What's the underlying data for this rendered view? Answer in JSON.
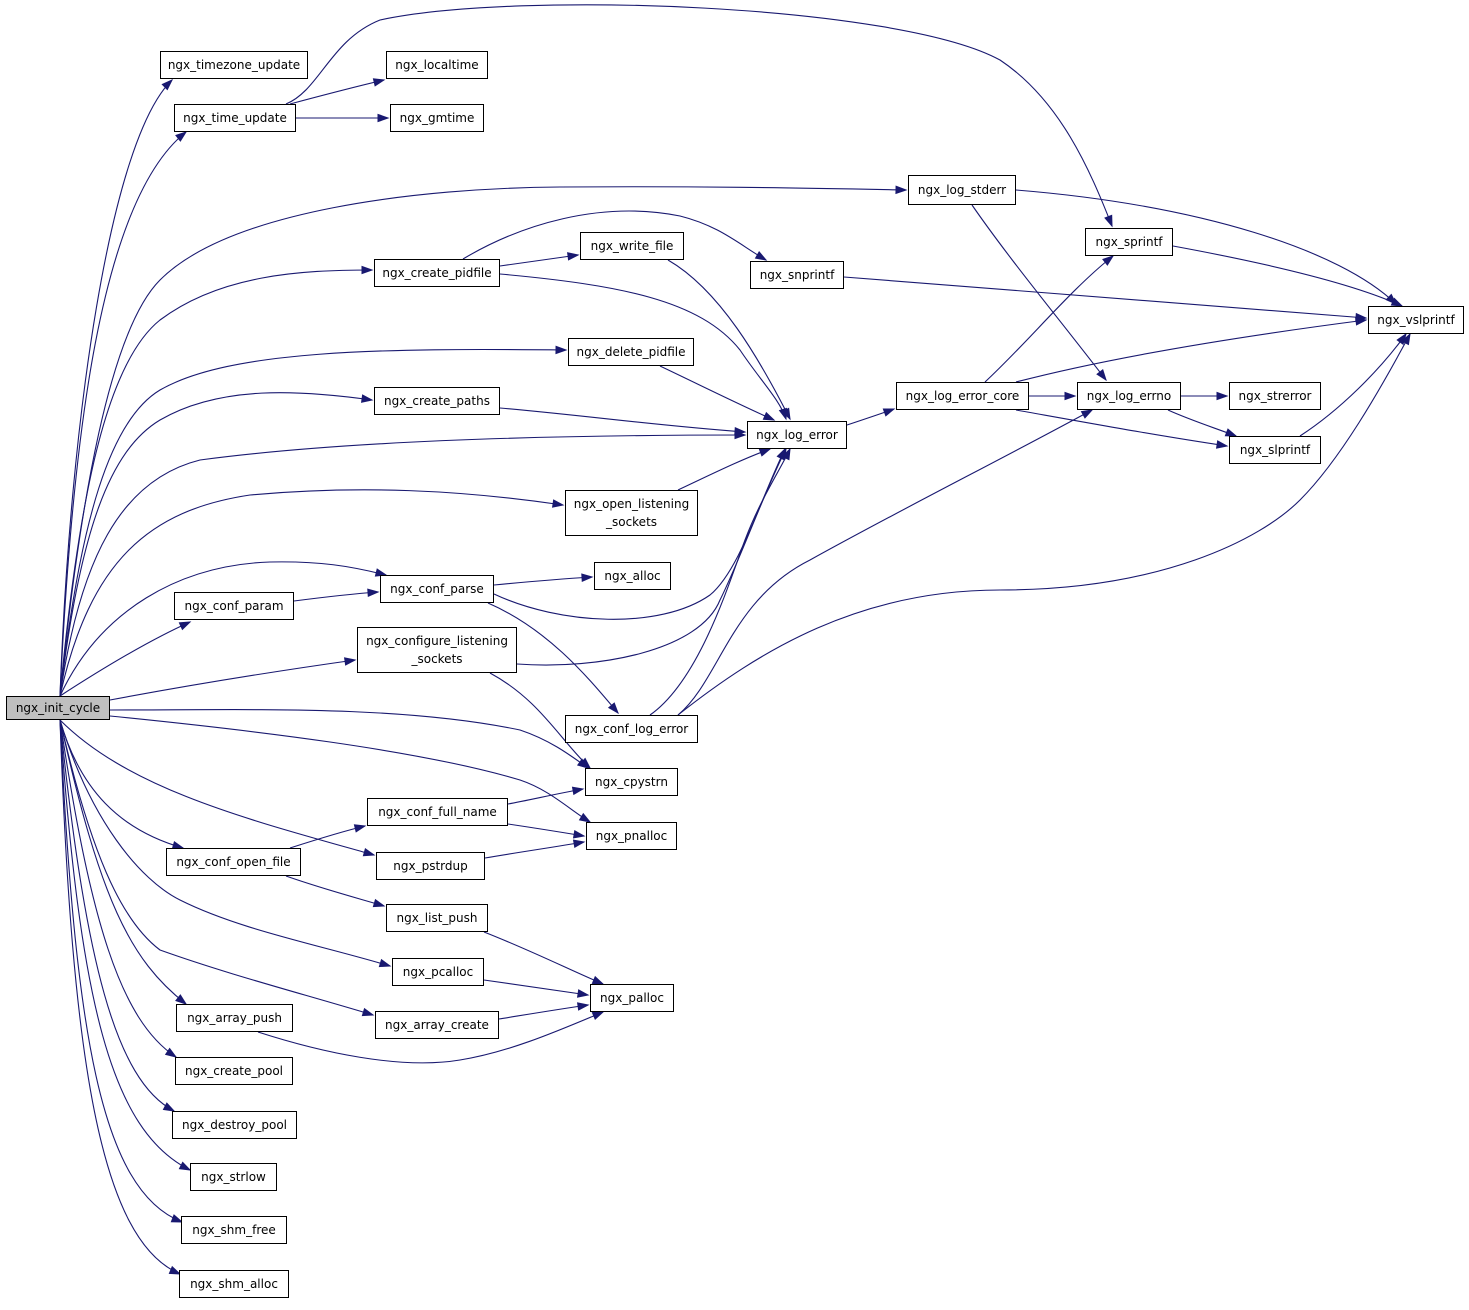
{
  "root": "ngx_init_cycle",
  "colors": {
    "edge": "#191970",
    "node_border": "#000000",
    "root_fill": "#bfbfbf",
    "node_fill": "#ffffff"
  },
  "nodes": [
    {
      "id": "init_cycle",
      "lines": [
        "ngx_init_cycle"
      ],
      "root": true
    },
    {
      "id": "timezone_update",
      "lines": [
        "ngx_timezone_update"
      ]
    },
    {
      "id": "time_update",
      "lines": [
        "ngx_time_update"
      ]
    },
    {
      "id": "localtime",
      "lines": [
        "ngx_localtime"
      ]
    },
    {
      "id": "gmtime",
      "lines": [
        "ngx_gmtime"
      ]
    },
    {
      "id": "log_stderr",
      "lines": [
        "ngx_log_stderr"
      ]
    },
    {
      "id": "sprintf",
      "lines": [
        "ngx_sprintf"
      ]
    },
    {
      "id": "write_file",
      "lines": [
        "ngx_write_file"
      ]
    },
    {
      "id": "create_pidfile",
      "lines": [
        "ngx_create_pidfile"
      ]
    },
    {
      "id": "snprintf",
      "lines": [
        "ngx_snprintf"
      ]
    },
    {
      "id": "vslprintf",
      "lines": [
        "ngx_vslprintf"
      ]
    },
    {
      "id": "delete_pidfile",
      "lines": [
        "ngx_delete_pidfile"
      ]
    },
    {
      "id": "log_error_core",
      "lines": [
        "ngx_log_error_core"
      ]
    },
    {
      "id": "log_errno",
      "lines": [
        "ngx_log_errno"
      ]
    },
    {
      "id": "strerror",
      "lines": [
        "ngx_strerror"
      ]
    },
    {
      "id": "create_paths",
      "lines": [
        "ngx_create_paths"
      ]
    },
    {
      "id": "log_error",
      "lines": [
        "ngx_log_error"
      ]
    },
    {
      "id": "slprintf",
      "lines": [
        "ngx_slprintf"
      ]
    },
    {
      "id": "open_listening",
      "lines": [
        "ngx_open_listening",
        "_sockets"
      ]
    },
    {
      "id": "alloc",
      "lines": [
        "ngx_alloc"
      ]
    },
    {
      "id": "conf_parse",
      "lines": [
        "ngx_conf_parse"
      ]
    },
    {
      "id": "conf_param",
      "lines": [
        "ngx_conf_param"
      ]
    },
    {
      "id": "configure_listening",
      "lines": [
        "ngx_configure_listening",
        "_sockets"
      ]
    },
    {
      "id": "conf_log_error",
      "lines": [
        "ngx_conf_log_error"
      ]
    },
    {
      "id": "cpystrn",
      "lines": [
        "ngx_cpystrn"
      ]
    },
    {
      "id": "conf_full_name",
      "lines": [
        "ngx_conf_full_name"
      ]
    },
    {
      "id": "pnalloc",
      "lines": [
        "ngx_pnalloc"
      ]
    },
    {
      "id": "conf_open_file",
      "lines": [
        "ngx_conf_open_file"
      ]
    },
    {
      "id": "pstrdup",
      "lines": [
        "ngx_pstrdup"
      ]
    },
    {
      "id": "list_push",
      "lines": [
        "ngx_list_push"
      ]
    },
    {
      "id": "pcalloc",
      "lines": [
        "ngx_pcalloc"
      ]
    },
    {
      "id": "palloc",
      "lines": [
        "ngx_palloc"
      ]
    },
    {
      "id": "array_push",
      "lines": [
        "ngx_array_push"
      ]
    },
    {
      "id": "array_create",
      "lines": [
        "ngx_array_create"
      ]
    },
    {
      "id": "create_pool",
      "lines": [
        "ngx_create_pool"
      ]
    },
    {
      "id": "destroy_pool",
      "lines": [
        "ngx_destroy_pool"
      ]
    },
    {
      "id": "strlow",
      "lines": [
        "ngx_strlow"
      ]
    },
    {
      "id": "shm_free",
      "lines": [
        "ngx_shm_free"
      ]
    },
    {
      "id": "shm_alloc",
      "lines": [
        "ngx_shm_alloc"
      ]
    }
  ],
  "edges": [
    [
      "init_cycle",
      "timezone_update"
    ],
    [
      "init_cycle",
      "time_update"
    ],
    [
      "time_update",
      "localtime"
    ],
    [
      "time_update",
      "gmtime"
    ],
    [
      "time_update",
      "sprintf"
    ],
    [
      "init_cycle",
      "log_stderr"
    ],
    [
      "log_stderr",
      "vslprintf"
    ],
    [
      "log_stderr",
      "log_errno"
    ],
    [
      "init_cycle",
      "create_pidfile"
    ],
    [
      "create_pidfile",
      "write_file"
    ],
    [
      "create_pidfile",
      "snprintf"
    ],
    [
      "create_pidfile",
      "log_error"
    ],
    [
      "write_file",
      "log_error"
    ],
    [
      "snprintf",
      "vslprintf"
    ],
    [
      "sprintf",
      "vslprintf"
    ],
    [
      "init_cycle",
      "delete_pidfile"
    ],
    [
      "delete_pidfile",
      "log_error"
    ],
    [
      "init_cycle",
      "create_paths"
    ],
    [
      "create_paths",
      "log_error"
    ],
    [
      "init_cycle",
      "log_error"
    ],
    [
      "log_error",
      "log_error_core"
    ],
    [
      "log_error_core",
      "sprintf"
    ],
    [
      "log_error_core",
      "vslprintf"
    ],
    [
      "log_error_core",
      "log_errno"
    ],
    [
      "log_error_core",
      "slprintf"
    ],
    [
      "log_errno",
      "strerror"
    ],
    [
      "log_errno",
      "slprintf"
    ],
    [
      "slprintf",
      "vslprintf"
    ],
    [
      "init_cycle",
      "open_listening"
    ],
    [
      "open_listening",
      "log_error"
    ],
    [
      "init_cycle",
      "conf_parse"
    ],
    [
      "init_cycle",
      "conf_param"
    ],
    [
      "conf_param",
      "conf_parse"
    ],
    [
      "conf_parse",
      "alloc"
    ],
    [
      "conf_parse",
      "log_error"
    ],
    [
      "conf_parse",
      "conf_log_error"
    ],
    [
      "init_cycle",
      "configure_listening"
    ],
    [
      "configure_listening",
      "log_error"
    ],
    [
      "configure_listening",
      "cpystrn"
    ],
    [
      "conf_log_error",
      "log_error"
    ],
    [
      "conf_log_error",
      "log_errno"
    ],
    [
      "conf_log_error",
      "vslprintf"
    ],
    [
      "init_cycle",
      "cpystrn"
    ],
    [
      "init_cycle",
      "pnalloc"
    ],
    [
      "init_cycle",
      "conf_open_file"
    ],
    [
      "conf_open_file",
      "conf_full_name"
    ],
    [
      "conf_open_file",
      "list_push"
    ],
    [
      "conf_full_name",
      "cpystrn"
    ],
    [
      "conf_full_name",
      "pnalloc"
    ],
    [
      "init_cycle",
      "pstrdup"
    ],
    [
      "pstrdup",
      "pnalloc"
    ],
    [
      "list_push",
      "palloc"
    ],
    [
      "init_cycle",
      "pcalloc"
    ],
    [
      "pcalloc",
      "palloc"
    ],
    [
      "init_cycle",
      "array_create"
    ],
    [
      "array_create",
      "palloc"
    ],
    [
      "init_cycle",
      "array_push"
    ],
    [
      "array_push",
      "palloc"
    ],
    [
      "init_cycle",
      "create_pool"
    ],
    [
      "init_cycle",
      "destroy_pool"
    ],
    [
      "init_cycle",
      "strlow"
    ],
    [
      "init_cycle",
      "shm_free"
    ],
    [
      "init_cycle",
      "shm_alloc"
    ]
  ]
}
